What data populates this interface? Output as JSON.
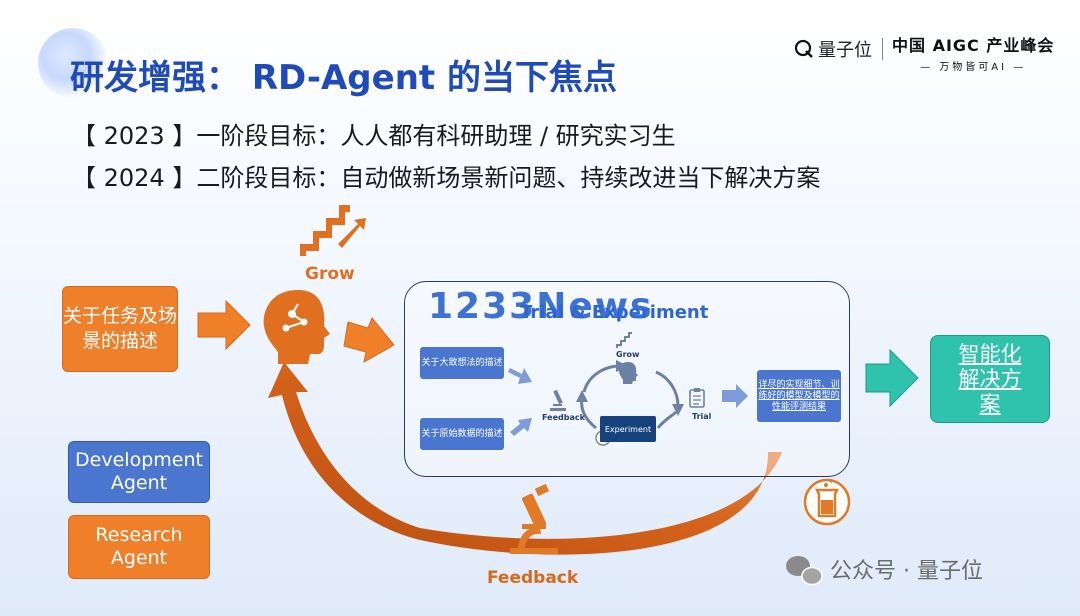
{
  "title": "研发增强： RD-Agent 的当下焦点",
  "goals": [
    "【 2023 】一阶段目标：人人都有科研助理 / 研究实习生",
    "【 2024 】二阶段目标：自动做新场景新问题、持续改进当下解决方案"
  ],
  "brand": {
    "logo_text": "量子位",
    "event_title": "中国 AIGC 产业峰会",
    "event_subtitle": "— 万物皆可AI —"
  },
  "left_panel": {
    "task_label": "关于任务及场景的描述",
    "dev_agent": "Development Agent",
    "research_agent": "Research Agent"
  },
  "labels": {
    "grow": "Grow",
    "feedback": "Feedback"
  },
  "loop": {
    "title": "Trial & Experiment",
    "watermark": "1233News",
    "idea_desc": "关于大致想法的描述",
    "data_desc": "关于原始数据的描述",
    "grow_small": "Grow",
    "feedback_small": "Feedback",
    "experiment": "Experiment",
    "trial": "Trial",
    "impl_details": "详尽的实现细节、训练好的模型及模型的性能评测结果"
  },
  "output": "智能化解决方案",
  "wechat": "公众号 · 量子位",
  "colors": {
    "title_blue": "#1f4bb8",
    "orange": "#f07f2a",
    "blue": "#4a76cf",
    "teal": "#2fc2ad"
  }
}
